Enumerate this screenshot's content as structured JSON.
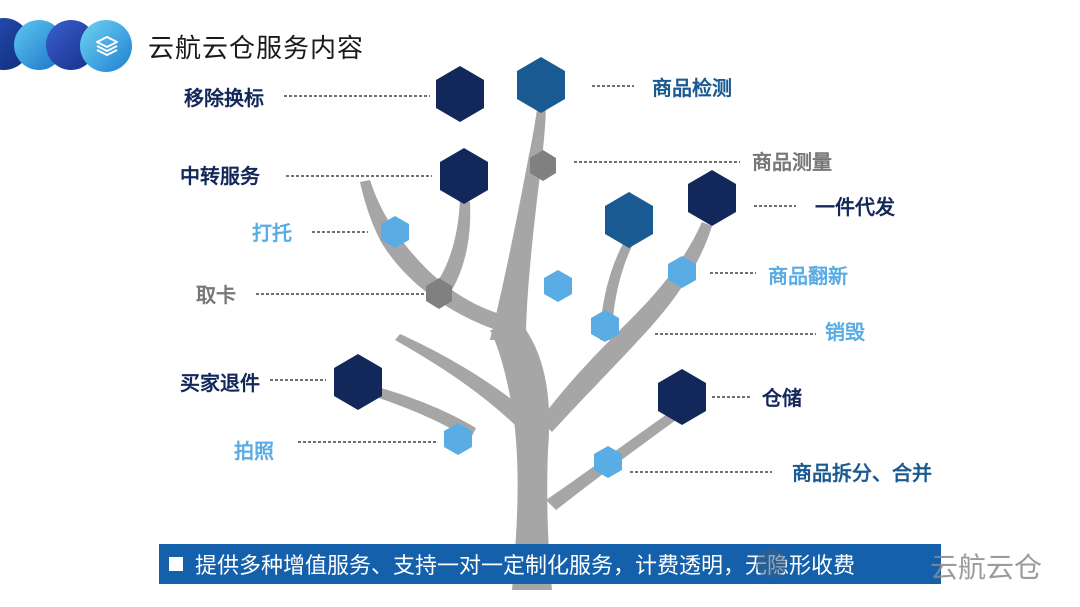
{
  "header": {
    "title": "云航云仓服务内容",
    "layers_icon": "layers-icon"
  },
  "colors": {
    "dark_navy": "#12285a",
    "mid_blue": "#1a5a92",
    "light_blue": "#5aace4",
    "gray": "#777777",
    "trunk": "#a6a6a6",
    "banner": "#1560ab"
  },
  "labels": {
    "yichu_huanbiao": "移除换标",
    "shangpin_jiance": "商品检测",
    "zhongzhuan_fuwu": "中转服务",
    "shangpin_celiang": "商品测量",
    "yijian_daifa": "一件代发",
    "datuo": "打托",
    "shangpin_fanxin": "商品翻新",
    "quka": "取卡",
    "xiaohui": "销毁",
    "maijia_tuijian": "买家退件",
    "cangchu": "仓储",
    "paizhao": "拍照",
    "shangpin_chaifen": "商品拆分、合并"
  },
  "banner": {
    "text": "提供多种增值服务、支持一对一定制化服务，计费透明，无隐形收费"
  },
  "watermark": {
    "text": "云航云仓"
  }
}
